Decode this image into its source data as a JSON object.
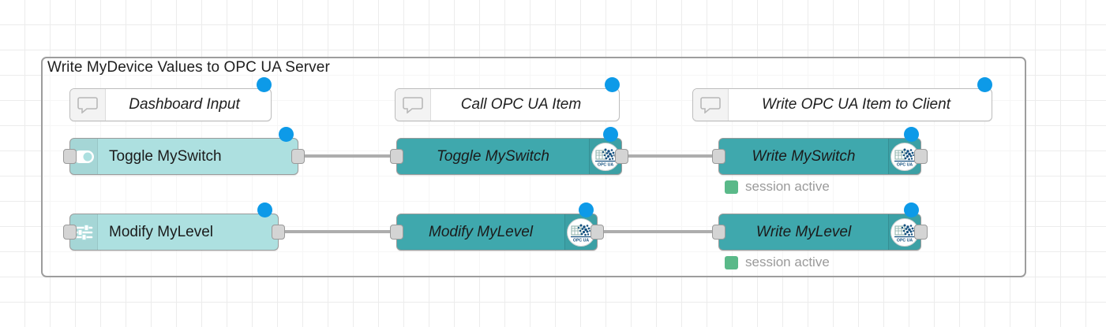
{
  "canvas": {
    "grid_color": "#ececec",
    "background": "#ffffff"
  },
  "group": {
    "title": "Write MyDevice Values to OPC UA Server",
    "border_color": "#9d9d9d"
  },
  "colors": {
    "node_light_blue": "#ade0e0",
    "node_teal": "#3fa8ad",
    "change_dot_blue": "#0d9ae8",
    "status_green": "#5ab989",
    "wire_gray": "#adadad",
    "port_gray": "#d4d4d4"
  },
  "comments": [
    {
      "label": "Dashboard Input",
      "icon": "comment-icon"
    },
    {
      "label": "Call OPC UA Item",
      "icon": "comment-icon"
    },
    {
      "label": "Write OPC UA Item to Client",
      "icon": "comment-icon"
    }
  ],
  "rows": [
    {
      "input_node": {
        "label": "Toggle MySwitch",
        "icon": "toggle-switch-icon",
        "color": "#ade0e0"
      },
      "mid_node": {
        "label": "Toggle MySwitch",
        "icon": "opc-ua-icon",
        "color": "#3fa8ad"
      },
      "out_node": {
        "label": "Write MySwitch",
        "icon": "opc-ua-icon",
        "color": "#3fa8ad"
      },
      "status": {
        "text": "session active",
        "color": "#5ab989"
      }
    },
    {
      "input_node": {
        "label": "Modify MyLevel",
        "icon": "sliders-icon",
        "color": "#ade0e0"
      },
      "mid_node": {
        "label": "Modify MyLevel",
        "icon": "opc-ua-icon",
        "color": "#3fa8ad"
      },
      "out_node": {
        "label": "Write MyLevel",
        "icon": "opc-ua-icon",
        "color": "#3fa8ad"
      },
      "status": {
        "text": "session active",
        "color": "#5ab989"
      }
    }
  ],
  "badge": {
    "text": "OPC UA"
  }
}
